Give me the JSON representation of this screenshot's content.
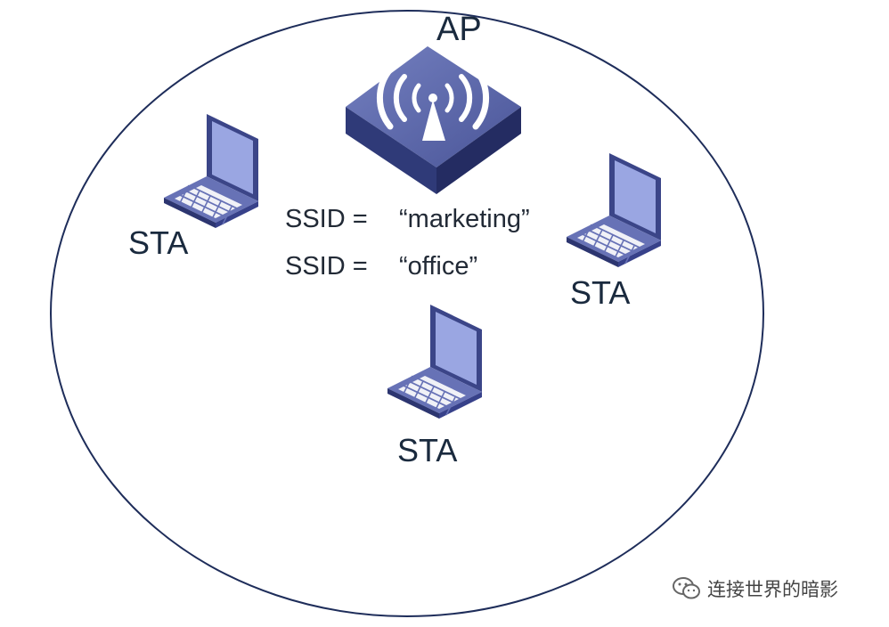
{
  "diagram": {
    "ap": {
      "label": "AP",
      "icon": "wireless-access-point-icon"
    },
    "ssids": [
      {
        "key": "SSID =",
        "value": "“marketing”"
      },
      {
        "key": "SSID =",
        "value": "“office”"
      }
    ],
    "stations": [
      {
        "label": "STA",
        "icon": "laptop-icon"
      },
      {
        "label": "STA",
        "icon": "laptop-icon"
      },
      {
        "label": "STA",
        "icon": "laptop-icon"
      }
    ]
  },
  "watermark": {
    "text": "连接世界的暗影",
    "icon": "wechat-icon"
  },
  "colors": {
    "circle": "#1e2d5a",
    "ap_top": "#5b67a8",
    "ap_front": "#2f3a78",
    "ap_side": "#26306a",
    "laptop_screen": "#9aa6e2",
    "laptop_body": "#4a5598",
    "label_text": "#1a2a3e"
  }
}
